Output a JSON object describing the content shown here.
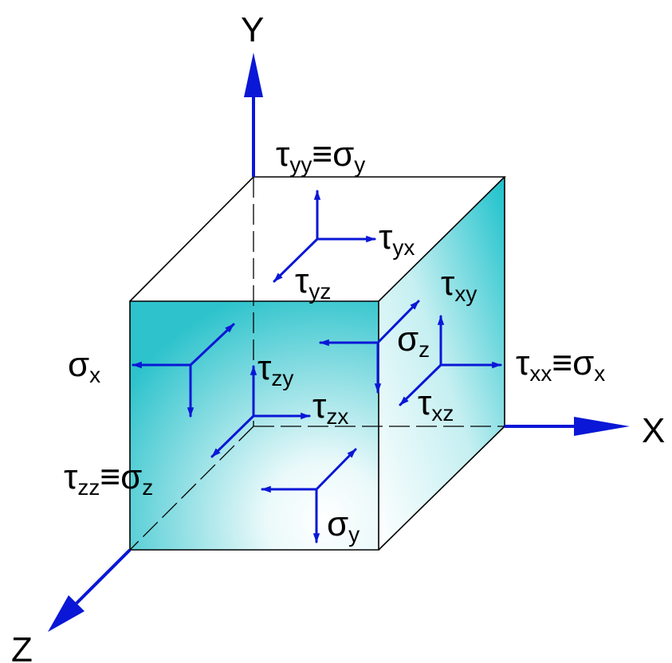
{
  "axes": {
    "x_label": "X",
    "y_label": "Y",
    "z_label": "Z"
  },
  "stress_labels": {
    "tau_yy_sigma_y": {
      "sym": "τ",
      "sub": "yy",
      "eq": "≡",
      "sym2": "σ",
      "sub2": "y"
    },
    "tau_yx": {
      "sym": "τ",
      "sub": "yx"
    },
    "tau_yz": {
      "sym": "τ",
      "sub": "yz"
    },
    "tau_xy": {
      "sym": "τ",
      "sub": "xy"
    },
    "sigma_z_side": {
      "sym": "σ",
      "sub": "z"
    },
    "tau_xx_sigma_x": {
      "sym": "τ",
      "sub": "xx",
      "eq": "≡",
      "sym2": "σ",
      "sub2": "x"
    },
    "tau_xz": {
      "sym": "τ",
      "sub": "xz"
    },
    "sigma_x": {
      "sym": "σ",
      "sub": "x"
    },
    "tau_zy": {
      "sym": "τ",
      "sub": "zy"
    },
    "tau_zx": {
      "sym": "τ",
      "sub": "zx"
    },
    "tau_zz_sigma_z": {
      "sym": "τ",
      "sub": "zz",
      "eq": "≡",
      "sym2": "σ",
      "sub2": "z"
    },
    "sigma_y": {
      "sym": "σ",
      "sub": "y"
    }
  },
  "colors": {
    "arrow": "#0a17d6",
    "cube_edge": "#000000",
    "face_tint": "#2fc6cf"
  }
}
